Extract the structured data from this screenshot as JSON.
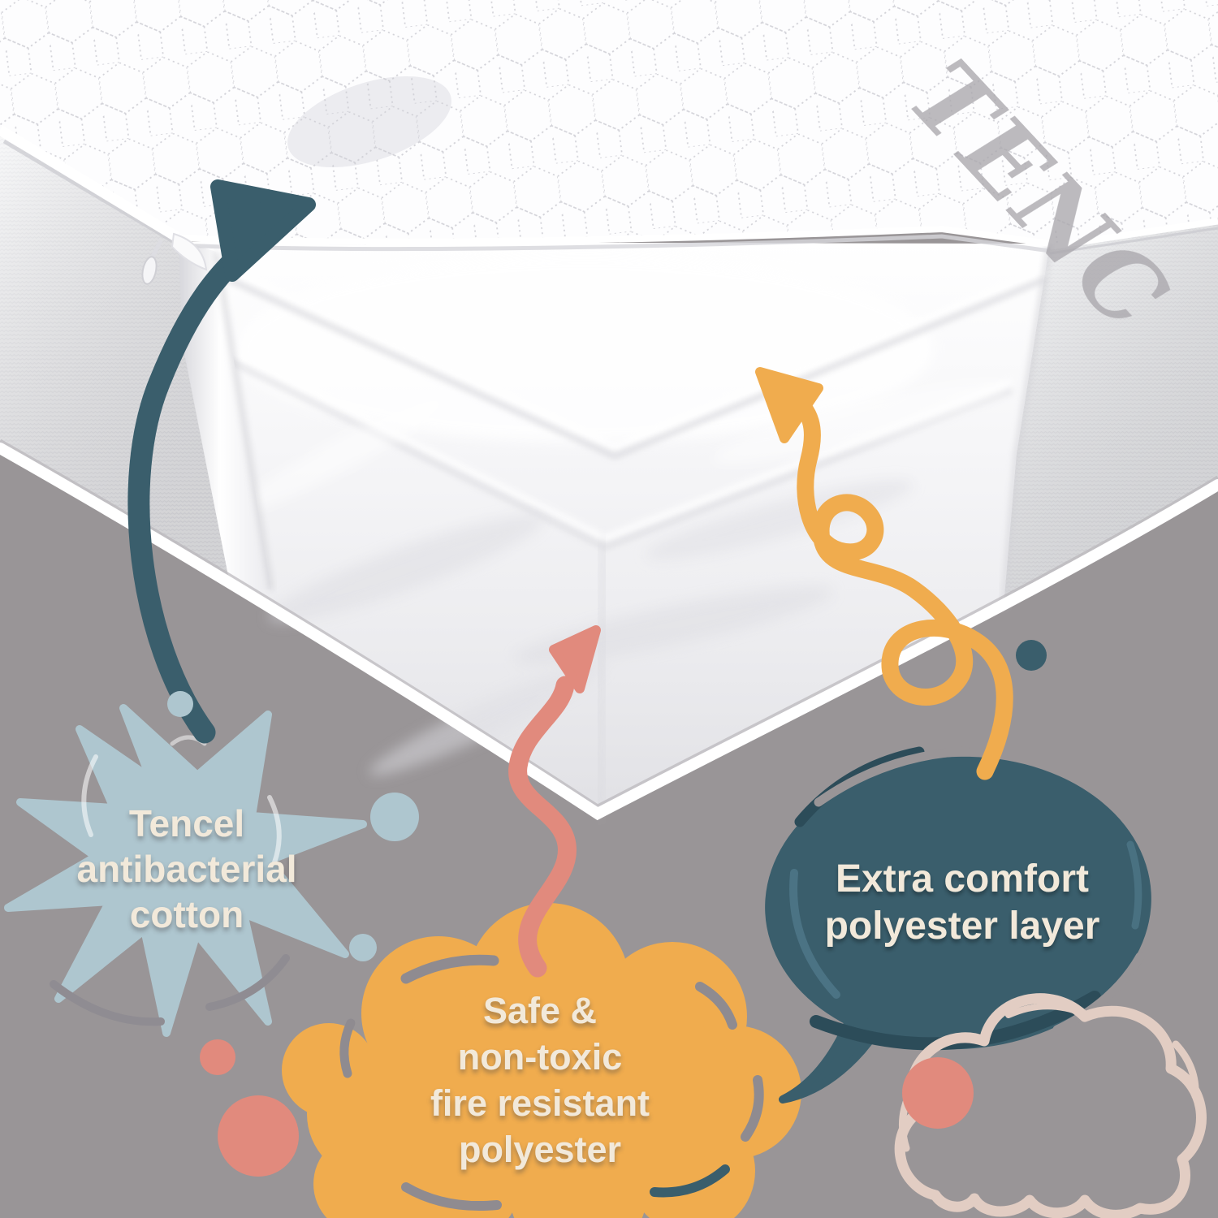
{
  "meta": {
    "description": "Crib mattress cutaway infographic with three feature callouts",
    "canvas": "1500x1500"
  },
  "colors": {
    "background": "#999597",
    "teal": "#3a5e6c",
    "teal_dark": "#2c4c59",
    "yellow": "#f0ac4e",
    "pink": "#e18a7d",
    "light_blue": "#aec6cf",
    "cream": "#f2e9da",
    "pale_outline": "#e2cdc3",
    "logo_gray": "#a9a7ac"
  },
  "mattress": {
    "fabric_logo_text": "TENC"
  },
  "callouts": {
    "tencel_cotton": {
      "shape": "splat",
      "fill": "#aec6cf",
      "lines": [
        "Tencel",
        "antibacterial",
        "cotton"
      ]
    },
    "fire_safe": {
      "shape": "cloud",
      "fill": "#f0ac4e",
      "lines": [
        "Safe &",
        "non-toxic",
        "fire resistant",
        "polyester"
      ]
    },
    "extra_comfort": {
      "shape": "speech-bubble",
      "fill": "#3a5e6c",
      "lines": [
        "Extra comfort",
        "polyester layer"
      ]
    }
  },
  "arrows": {
    "teal": {
      "style": "curved",
      "color": "#3a5e6c"
    },
    "pink": {
      "style": "wavy",
      "color": "#e18a7d"
    },
    "yellow": {
      "style": "double-loop",
      "color": "#f0ac4e"
    }
  },
  "decor": {
    "blue_dots": 3,
    "pink_dots": 3,
    "teal_dots": 1,
    "outline_cloud": true
  }
}
